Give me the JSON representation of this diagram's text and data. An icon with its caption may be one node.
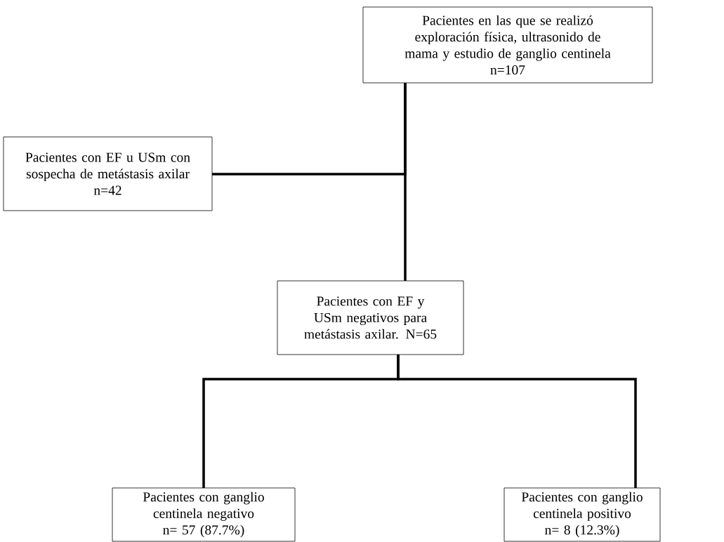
{
  "diagram": {
    "nodes": [
      {
        "text": [
          "Pacientes en las que se realizó exploración física, ultrasonido de mama y estudio de ganglio centinela",
          "n=107"
        ]
      },
      {
        "text": [
          "Pacientes con EF u USm con sospecha de metástasis axilar",
          "n=42"
        ]
      },
      {
        "text": [
          "Pacientes con EF y USm negativos para metástasis axilar. N=65"
        ]
      },
      {
        "text": [
          "Pacientes con ganglio centinela negativo",
          "n= 57 (87.7%)"
        ]
      },
      {
        "text": [
          "Pacientes con ganglio centinela positivo",
          "n= 8 (12.3%)"
        ]
      }
    ],
    "edges": [
      {
        "from": 0,
        "to": 1,
        "arrow": "none"
      },
      {
        "from": 0,
        "to": 2,
        "arrow": "none"
      },
      {
        "from": 2,
        "to": 3,
        "arrow": "none"
      },
      {
        "from": 2,
        "to": 4,
        "arrow": "none"
      }
    ]
  }
}
